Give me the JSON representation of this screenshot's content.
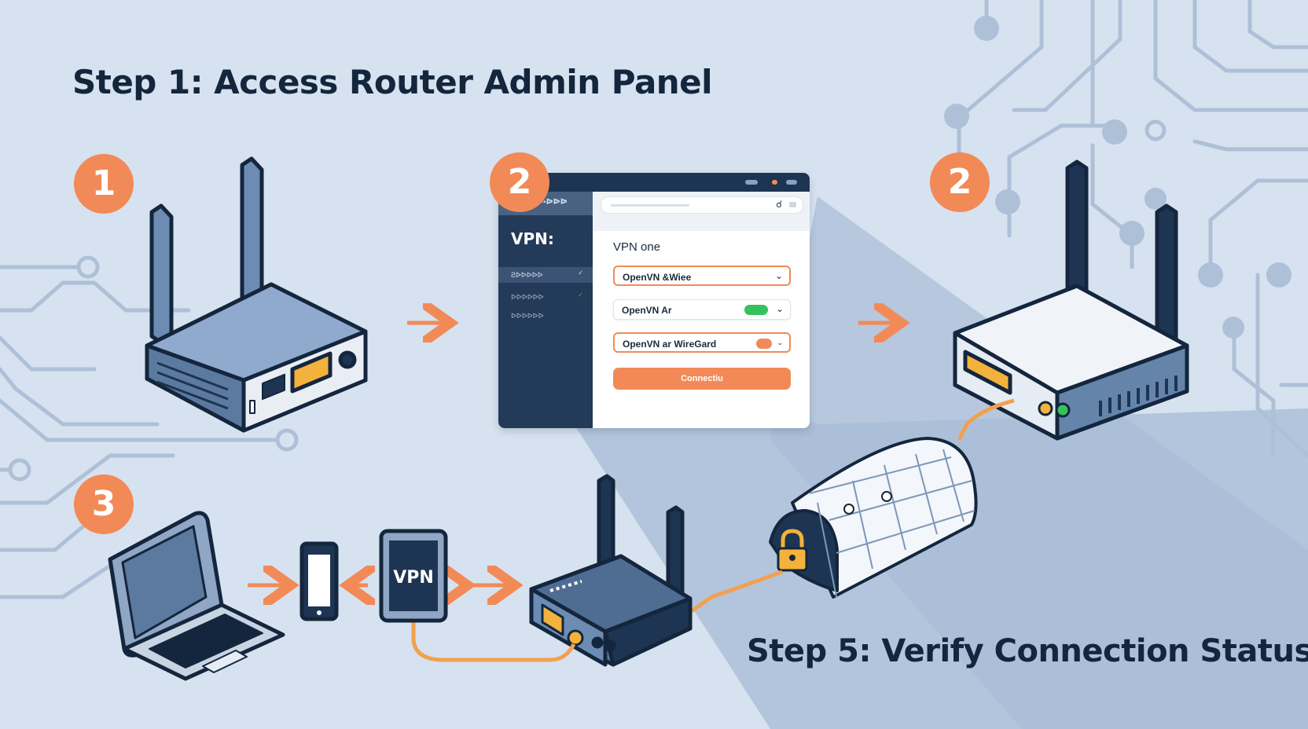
{
  "headings": {
    "step1": "Step 1: Access Router Admin Panel",
    "step5": "Step 5: Verify Connection Status"
  },
  "badges": [
    "1",
    "2",
    "2",
    "3"
  ],
  "admin_panel": {
    "sidebar_logo": "ᐅ▪ᐅᐅᐅ",
    "sidebar_heading": "VPN:",
    "sidebar_items": [
      "Ƨᐅᐅᐅᐅᐅ",
      "ᐅᐅᐅᐅᐅᐅ",
      "ᐅᐅᐅᐅᐅᐅ"
    ],
    "panel_heading": "VPN one",
    "dropdowns": [
      {
        "label": "OpenVN &Wiee",
        "control": "chevron"
      },
      {
        "label": "OpenVN Ar",
        "control": "toggle-on"
      },
      {
        "label": "OpenVN ar WireGard",
        "control": "toggle-orange"
      }
    ],
    "connect_button": "Connectiu"
  },
  "device_labels": {
    "tablet": "VPN"
  },
  "colors": {
    "background": "#d6e2ef",
    "accent_orange": "#f28a57",
    "navy": "#1d3452",
    "device_gray": "#5e7ea3",
    "toggle_green": "#35c25c",
    "port_yellow": "#f3b23c"
  },
  "icons": [
    "router-icon",
    "arrow-right-icon",
    "laptop-icon",
    "smartphone-icon",
    "tablet-icon",
    "double-arrow-icon",
    "vpn-tunnel-icon",
    "padlock-icon",
    "circuit-pattern"
  ]
}
